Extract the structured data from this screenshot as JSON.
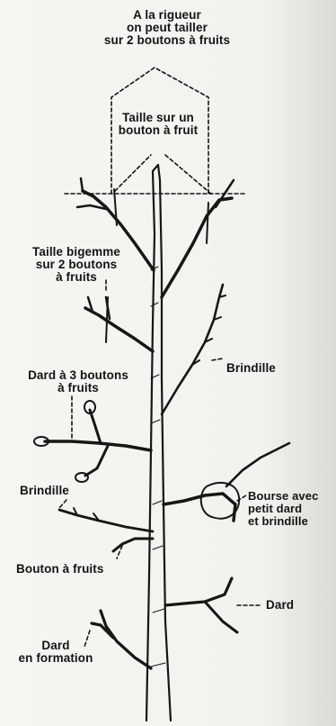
{
  "labels": {
    "top_note": "A la rigueur\non peut tailler\nsur 2 boutons à fruits",
    "taille_sur_un": "Taille sur un\nbouton à fruit",
    "taille_bigemme": "Taille bigemme\nsur 2 boutons\nà fruits",
    "brindille_right": "Brindille",
    "dard_3_boutons": "Dard à 3 boutons\nà fruits",
    "bourse": "Bourse avec\npetit dard\net brindille",
    "brindille_left": "Brindille",
    "bouton_a_fruits": "Bouton à fruits",
    "dard": "Dard",
    "dard_formation": "Dard\nen formation"
  },
  "colors": {
    "ink": "#161616",
    "paper": "#f4f3ef"
  }
}
